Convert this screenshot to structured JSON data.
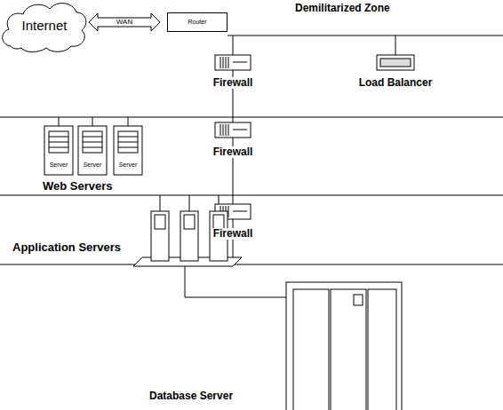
{
  "diagram": {
    "nodes": [
      {
        "text": [
          "Internet"
        ]
      },
      {
        "text": [
          "Router"
        ]
      },
      {
        "text": [
          "Firewall"
        ]
      },
      {
        "text": [
          "Load Balancer"
        ]
      },
      {
        "text": [
          "Server"
        ]
      },
      {
        "text": [
          "Server"
        ]
      },
      {
        "text": [
          "Server"
        ]
      },
      {
        "text": [
          "Firewall"
        ]
      },
      {
        "text": [
          "Firewall"
        ]
      }
    ],
    "edges": [
      {
        "from": 0,
        "to": 1,
        "label": "WAN",
        "arrow": "both"
      }
    ],
    "labels": [
      "Demilitarized Zone",
      "Web Servers",
      "Application Servers",
      "Database Server"
    ]
  }
}
